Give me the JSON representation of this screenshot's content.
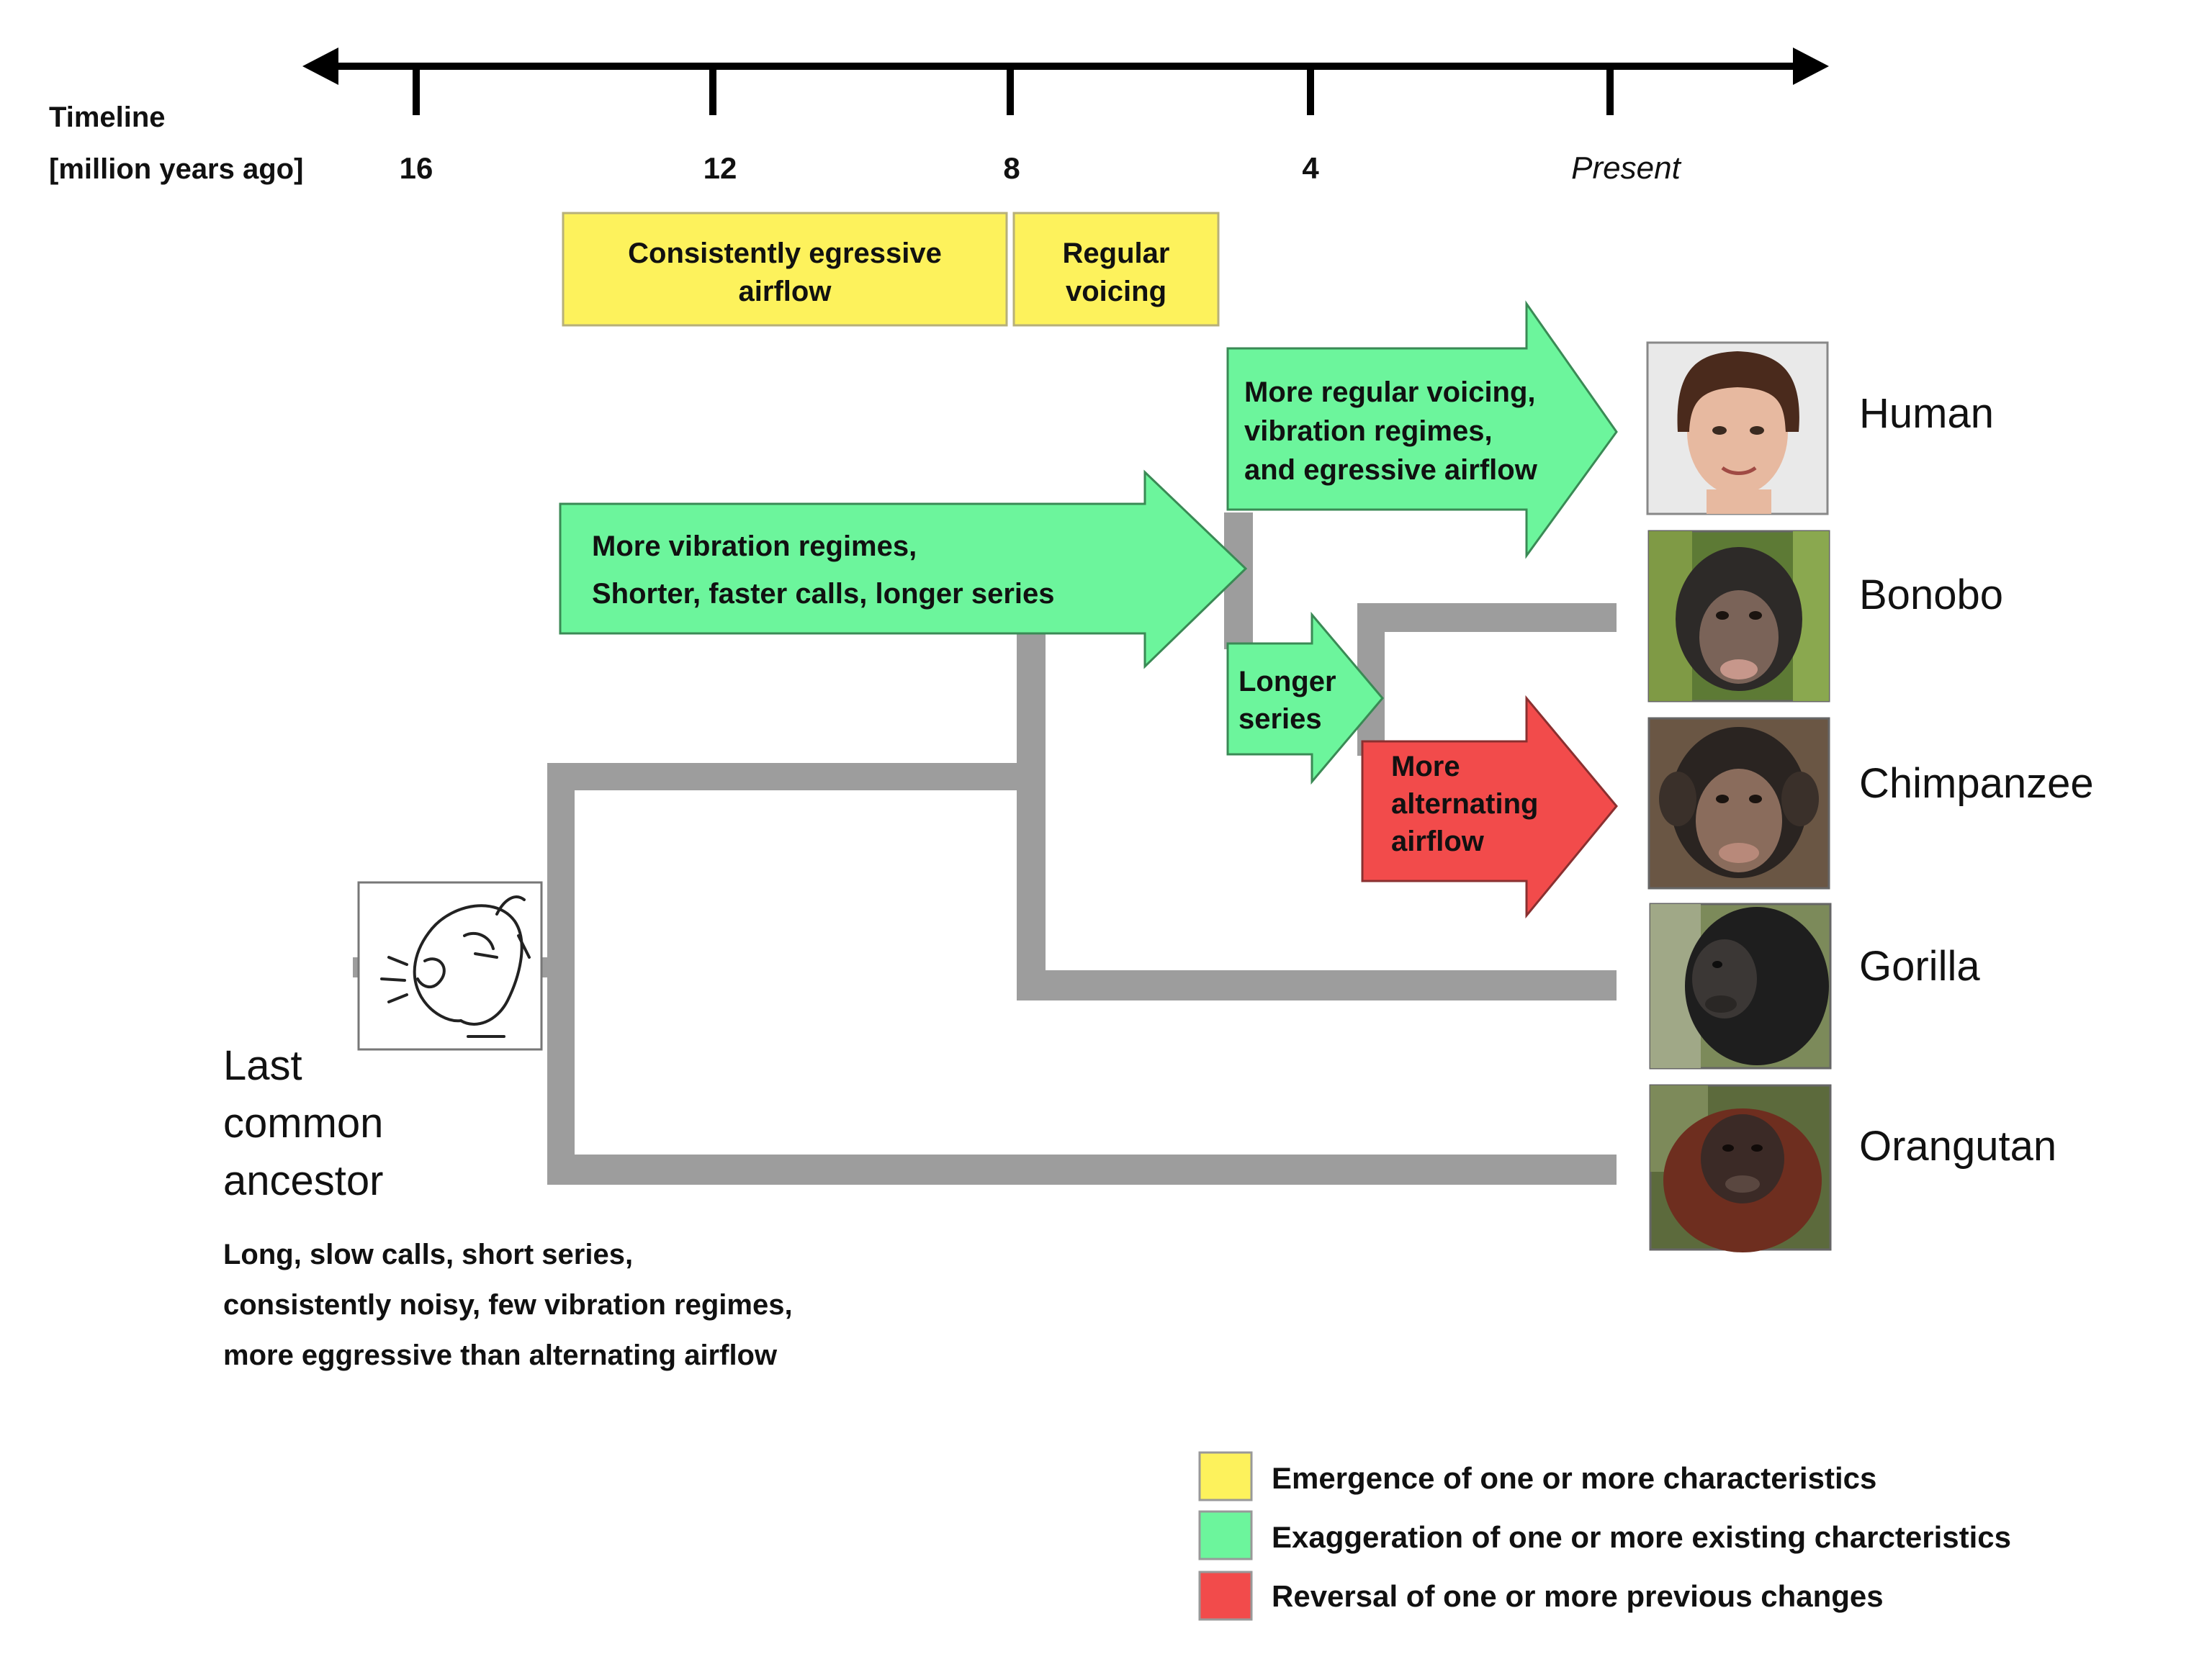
{
  "timeline": {
    "label_line1": "Timeline",
    "label_line2": "[million years ago]",
    "ticks": [
      "16",
      "12",
      "8",
      "4",
      "Present"
    ]
  },
  "emergence_boxes": {
    "egressive_line1": "Consistently egressive",
    "egressive_line2": "airflow",
    "voicing_line1": "Regular",
    "voicing_line2": "voicing"
  },
  "arrows": {
    "human_line1": "More regular voicing,",
    "human_line2": "vibration regimes,",
    "human_line3": "and egressive airflow",
    "main_line1": "More vibration regimes,",
    "main_line2": "Shorter, faster calls, longer series",
    "pan_line1": "Longer",
    "pan_line2": "series",
    "chimp_line1": "More",
    "chimp_line2": "alternating",
    "chimp_line3": "airflow"
  },
  "ancestor": {
    "title_line1": "Last",
    "title_line2": "common",
    "title_line3": "ancestor",
    "desc_line1": "Long, slow calls, short series,",
    "desc_line2": "consistently noisy, few vibration regimes,",
    "desc_line3": "more eggressive than alternating airflow"
  },
  "species": [
    "Human",
    "Bonobo",
    "Chimpanzee",
    "Gorilla",
    "Orangutan"
  ],
  "legend": {
    "yellow": "Emergence of one or more characteristics",
    "green": "Exaggeration of one or more existing charcteristics",
    "red": "Reversal of one or more previous changes"
  },
  "colors": {
    "yellow": "#fdf25c",
    "green": "#6cf59c",
    "red": "#f24b4b",
    "tree_gray": "#9d9d9d"
  }
}
